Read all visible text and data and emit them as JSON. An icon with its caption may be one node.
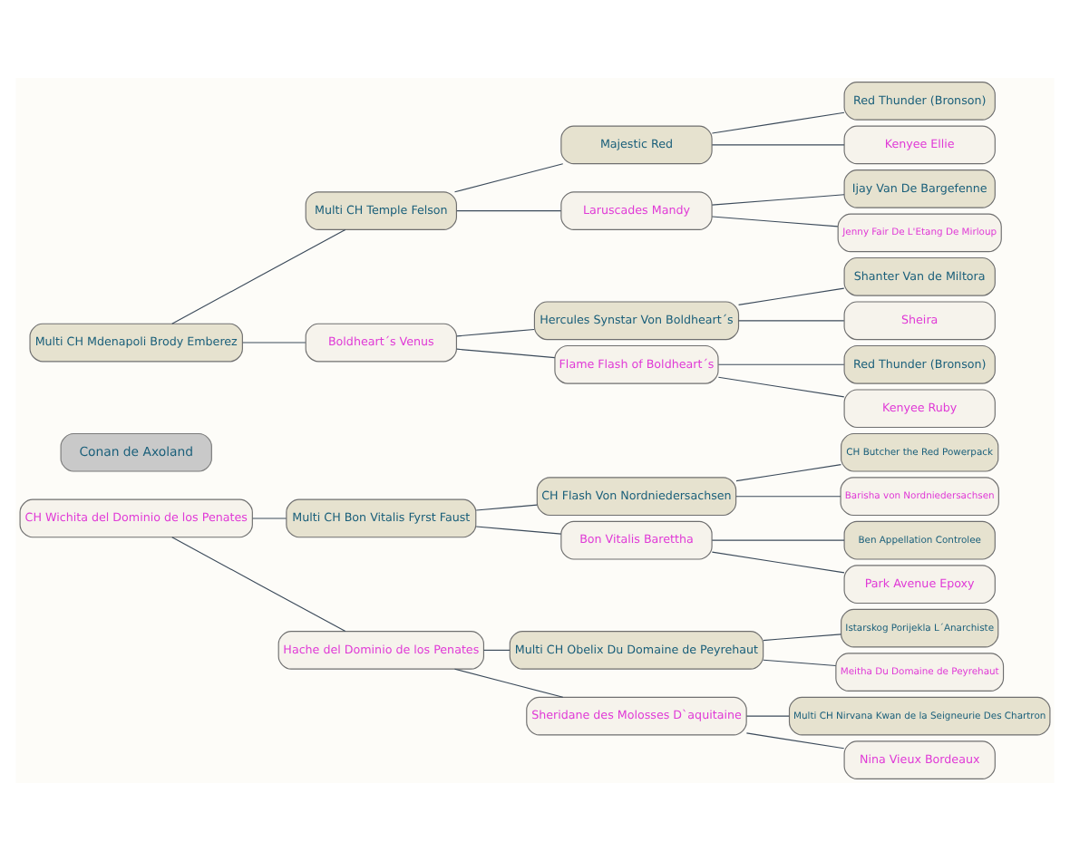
{
  "diagram": {
    "nodes": [
      {
        "text": [
          "Multi CH Mdenapoli Brody Emberez"
        ]
      },
      {
        "text": [
          "Multi CH Temple Felson"
        ]
      },
      {
        "text": [
          "Majestic Red"
        ]
      },
      {
        "text": [
          "Red Thunder (Bronson)"
        ]
      },
      {
        "text": [
          "Kenyee Ellie"
        ]
      },
      {
        "text": [
          "Laruscades Mandy"
        ]
      },
      {
        "text": [
          "Ijay Van De Bargefenne"
        ]
      },
      {
        "text": [
          "Jenny Fair De L'Etang De Mirloup"
        ]
      },
      {
        "text": [
          "Boldheart´s Venus"
        ]
      },
      {
        "text": [
          "Hercules Synstar Von Boldheart´s"
        ]
      },
      {
        "text": [
          "Shanter Van de Miltora"
        ]
      },
      {
        "text": [
          "Sheira"
        ]
      },
      {
        "text": [
          "Flame Flash of Boldheart´s"
        ]
      },
      {
        "text": [
          "Red Thunder (Bronson)"
        ]
      },
      {
        "text": [
          "Kenyee Ruby"
        ]
      },
      {
        "text": [
          "Conan de Axoland"
        ]
      },
      {
        "text": [
          "CH Wichita del Dominio de los Penates"
        ]
      },
      {
        "text": [
          "Multi CH Bon Vitalis Fyrst Faust"
        ]
      },
      {
        "text": [
          "CH Flash Von Nordniedersachsen"
        ]
      },
      {
        "text": [
          "CH Butcher the Red Powerpack"
        ]
      },
      {
        "text": [
          "Barisha von Nordniedersachsen"
        ]
      },
      {
        "text": [
          "Bon Vitalis Barettha"
        ]
      },
      {
        "text": [
          "Ben Appellation Controlee"
        ]
      },
      {
        "text": [
          "Park Avenue Epoxy"
        ]
      },
      {
        "text": [
          "Hache del Dominio de los Penates"
        ]
      },
      {
        "text": [
          "Multi CH Obelix Du Domaine de Peyrehaut"
        ]
      },
      {
        "text": [
          "Istarskog Porijekla L´Anarchiste"
        ]
      },
      {
        "text": [
          "Meitha Du Domaine de Peyrehaut"
        ]
      },
      {
        "text": [
          "Sheridane des Molosses D`aquitaine"
        ]
      },
      {
        "text": [
          "Multi CH Nirvana Kwan de la Seigneurie Des Chartron"
        ]
      },
      {
        "text": [
          "Nina Vieux Bordeaux"
        ]
      }
    ],
    "edges": [
      {
        "from": 0,
        "to": 1,
        "arrow": "none"
      },
      {
        "from": 0,
        "to": 8,
        "arrow": "none"
      },
      {
        "from": 1,
        "to": 2,
        "arrow": "none"
      },
      {
        "from": 1,
        "to": 5,
        "arrow": "none"
      },
      {
        "from": 2,
        "to": 3,
        "arrow": "none"
      },
      {
        "from": 2,
        "to": 4,
        "arrow": "none"
      },
      {
        "from": 5,
        "to": 6,
        "arrow": "none"
      },
      {
        "from": 5,
        "to": 7,
        "arrow": "none"
      },
      {
        "from": 8,
        "to": 9,
        "arrow": "none"
      },
      {
        "from": 8,
        "to": 12,
        "arrow": "none"
      },
      {
        "from": 9,
        "to": 10,
        "arrow": "none"
      },
      {
        "from": 9,
        "to": 11,
        "arrow": "none"
      },
      {
        "from": 12,
        "to": 13,
        "arrow": "none"
      },
      {
        "from": 12,
        "to": 14,
        "arrow": "none"
      },
      {
        "from": 16,
        "to": 17,
        "arrow": "none"
      },
      {
        "from": 16,
        "to": 24,
        "arrow": "none"
      },
      {
        "from": 17,
        "to": 18,
        "arrow": "none"
      },
      {
        "from": 17,
        "to": 21,
        "arrow": "none"
      },
      {
        "from": 18,
        "to": 19,
        "arrow": "none"
      },
      {
        "from": 18,
        "to": 20,
        "arrow": "none"
      },
      {
        "from": 21,
        "to": 22,
        "arrow": "none"
      },
      {
        "from": 21,
        "to": 23,
        "arrow": "none"
      },
      {
        "from": 24,
        "to": 25,
        "arrow": "none"
      },
      {
        "from": 24,
        "to": 28,
        "arrow": "none"
      },
      {
        "from": 25,
        "to": 26,
        "arrow": "none"
      },
      {
        "from": 25,
        "to": 27,
        "arrow": "none"
      },
      {
        "from": 28,
        "to": 29,
        "arrow": "none"
      },
      {
        "from": 28,
        "to": 30,
        "arrow": "none"
      }
    ]
  }
}
